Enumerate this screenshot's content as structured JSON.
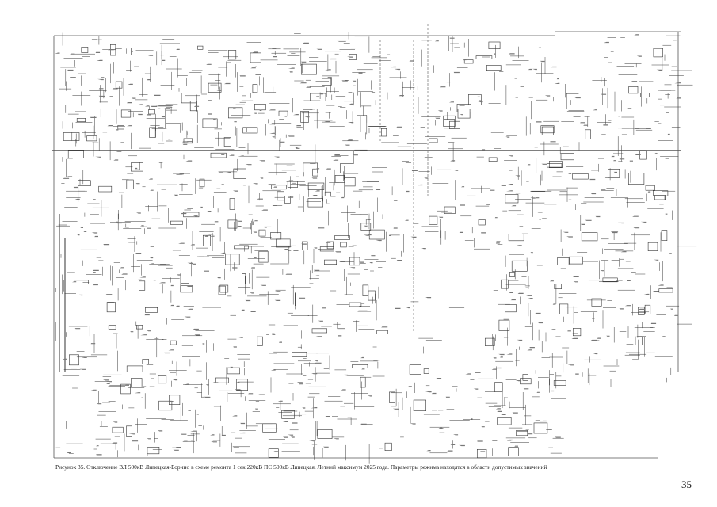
{
  "figure": {
    "caption": "Рисунок 35. Отключение ВЛ 500кВ Липецкая-Борино в схеме ремонта 1 сек 220кВ ПС 500кВ Липецкая. Летний максимум 2025 года. Параметры режима находятся в области допустимых значений",
    "page_number": "35"
  },
  "diagram": {
    "type": "power-grid single-line schematic",
    "label_text_legible": false
  }
}
